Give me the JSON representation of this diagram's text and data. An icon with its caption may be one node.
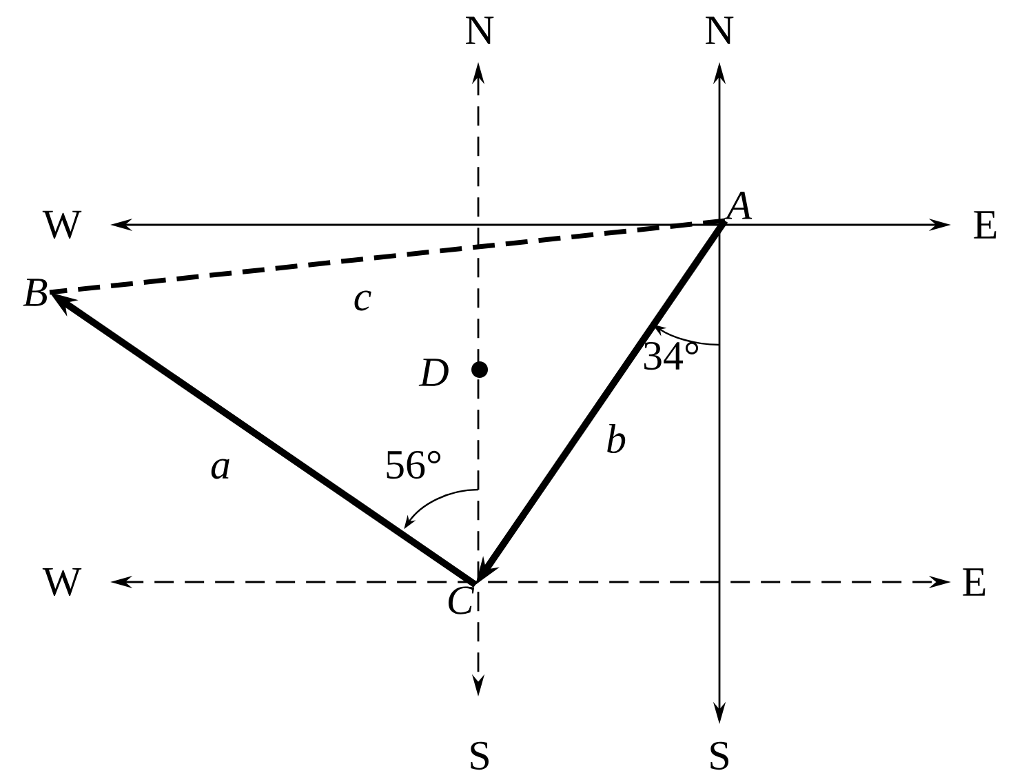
{
  "diagram": {
    "nodes": [
      {
        "text": [
          "A"
        ]
      },
      {
        "text": [
          "B"
        ]
      },
      {
        "text": [
          "C"
        ]
      }
    ],
    "edges": [
      {
        "from": 0,
        "to": 2,
        "arrow": "to",
        "label": "b"
      },
      {
        "from": 2,
        "to": 1,
        "arrow": "to",
        "label": "a"
      },
      {
        "from": 0,
        "to": 1,
        "arrow": "none",
        "label": "c",
        "style": "dashed"
      }
    ],
    "labels": [
      "N",
      "N",
      "W",
      "E",
      "D",
      "34°",
      "56°",
      "W",
      "E",
      "S",
      "S"
    ]
  }
}
